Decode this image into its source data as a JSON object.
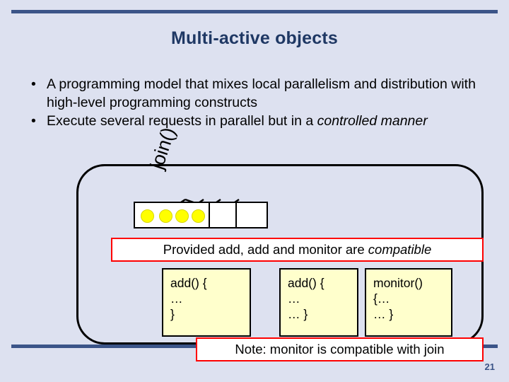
{
  "slide": {
    "title": "Multi-active objects",
    "page_number": "21",
    "bullets": [
      {
        "marker": "•",
        "segments": [
          {
            "text": "A programming model that mixes local parallelism and distribution with high-level programming constructs",
            "italic": false
          }
        ]
      },
      {
        "marker": "•",
        "segments": [
          {
            "text": "Execute several requests in parallel but in a ",
            "italic": false
          },
          {
            "text": "controlled manner",
            "italic": true
          }
        ]
      }
    ],
    "diagram": {
      "join_label": "join()",
      "queue": {
        "name": "request-queue",
        "requests": [
          "request-1",
          "request-2",
          "request-3",
          "request-4"
        ],
        "empty_slots": 2
      },
      "code_boxes": [
        {
          "name": "add-method-box-1",
          "lines": [
            "add() {",
            "…",
            "}"
          ]
        },
        {
          "name": "add-method-box-2",
          "lines": [
            "add() {",
            "…",
            "… }"
          ]
        },
        {
          "name": "monitor-method-box",
          "lines": [
            "monitor()",
            "{…",
            "… }"
          ]
        }
      ],
      "notes": [
        {
          "name": "compatibility-note",
          "prefix": "Provided add, add and monitor are ",
          "emphasis": "compatible"
        },
        {
          "name": "monitor-join-note",
          "text": "Note: monitor is compatible with join"
        }
      ]
    },
    "colors": {
      "background": "#dde1f0",
      "rule": "#3b5488",
      "title": "#1f3864",
      "request_dot": "#ffff00",
      "code_box_fill": "#ffffcc",
      "note_border": "#ff0000"
    }
  }
}
